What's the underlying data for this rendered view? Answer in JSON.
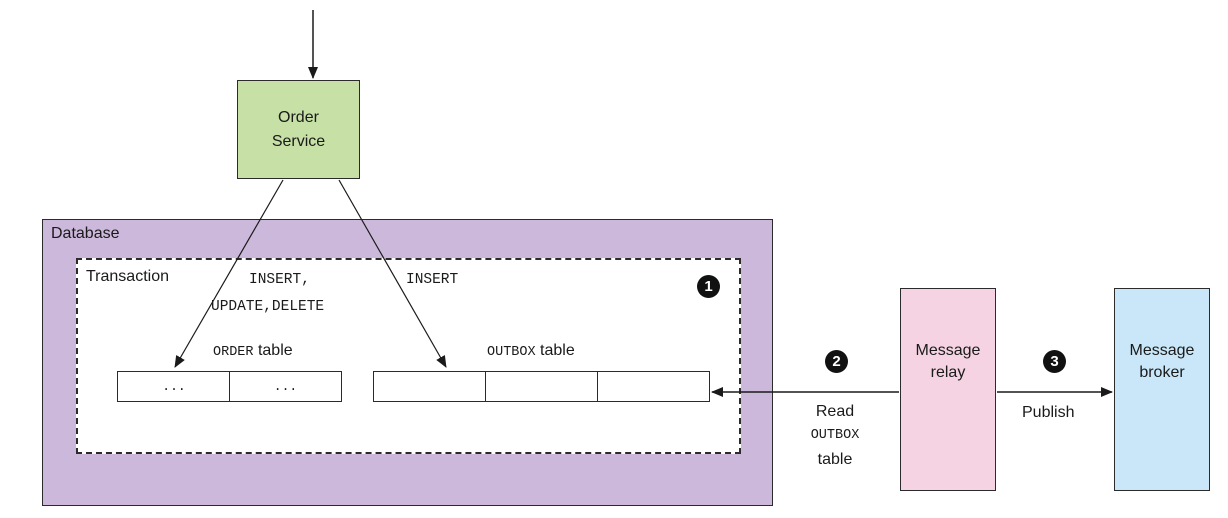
{
  "order_service": {
    "line1": "Order",
    "line2": "Service"
  },
  "database": {
    "label": "Database"
  },
  "transaction": {
    "label": "Transaction",
    "step_badge": "1"
  },
  "order_arrow": {
    "line1": "INSERT,",
    "line2": "UPDATE,DELETE"
  },
  "outbox_arrow": {
    "label": "INSERT"
  },
  "order_table": {
    "name_mono": "ORDER",
    "name_suffix": " table",
    "cells": [
      "...",
      "..."
    ]
  },
  "outbox_table": {
    "name_mono": "OUTBOX",
    "name_suffix": " table",
    "cells": [
      "",
      "",
      ""
    ]
  },
  "read_step": {
    "badge": "2",
    "line1": "Read",
    "line2_mono": "OUTBOX",
    "line3": "table"
  },
  "message_relay": {
    "line1": "Message",
    "line2": "relay"
  },
  "publish_step": {
    "badge": "3",
    "label": "Publish"
  },
  "message_broker": {
    "line1": "Message",
    "line2": "broker"
  }
}
